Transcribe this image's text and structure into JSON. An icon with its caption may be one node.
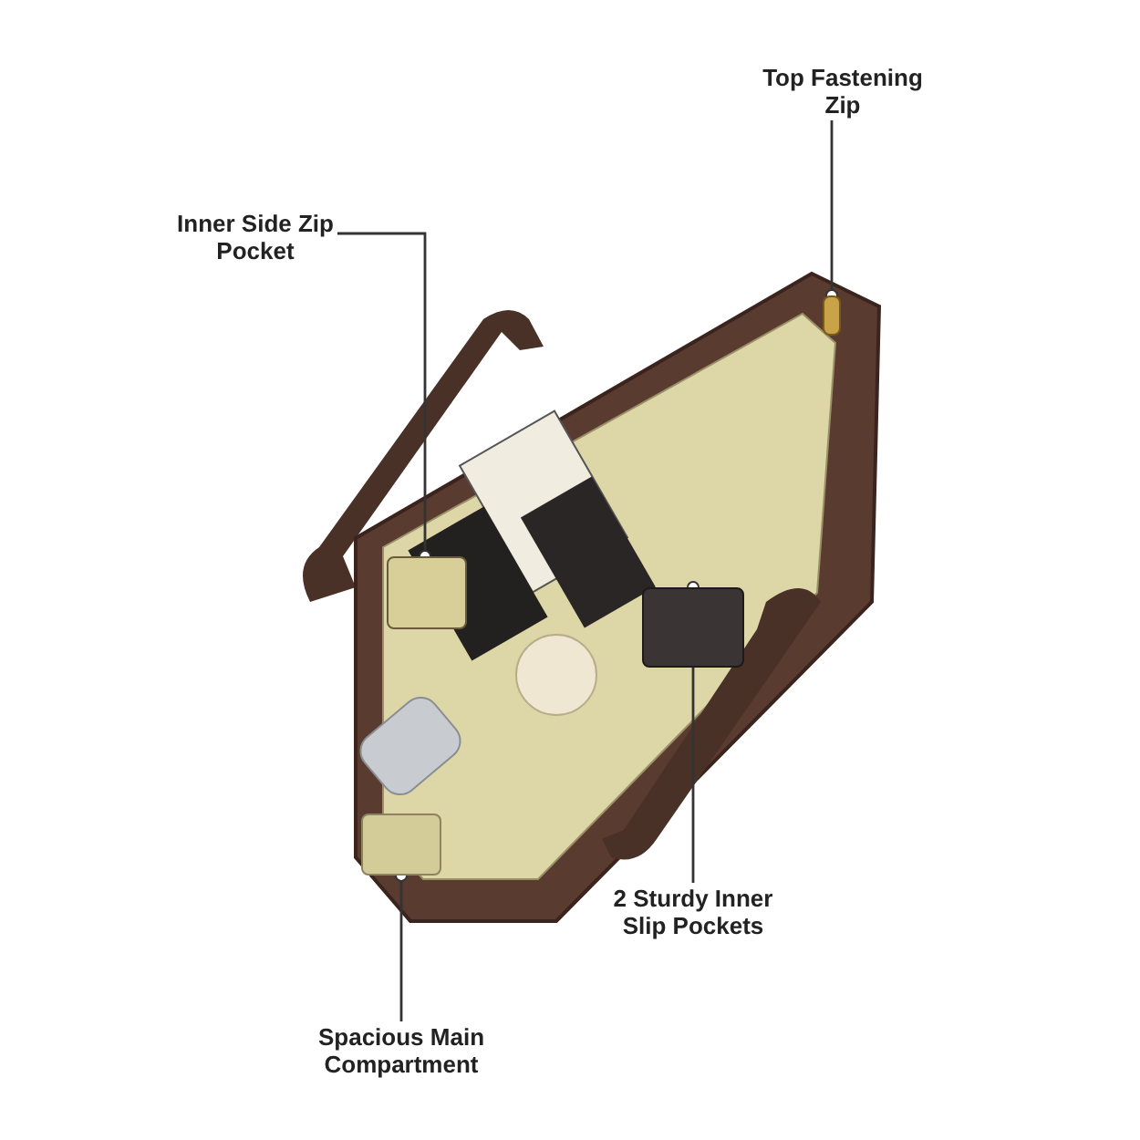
{
  "diagram": {
    "nodes": [
      {
        "text": [
          "Top Fastening Zip"
        ]
      },
      {
        "text": [
          "Inner Side Zip Pocket"
        ]
      },
      {
        "text": [
          "2 Sturdy Inner Slip Pockets"
        ]
      },
      {
        "text": [
          "Spacious Main Compartment"
        ]
      },
      {
        "text": [],
        "shape": "box"
      },
      {
        "text": [],
        "shape": "box"
      },
      {
        "text": [],
        "shape": "box"
      },
      {
        "text": [],
        "shape": "box"
      }
    ],
    "edges": [
      {
        "from": 0,
        "to": 4,
        "arrow": "other"
      },
      {
        "from": 1,
        "to": 5,
        "arrow": "other"
      },
      {
        "from": 2,
        "to": 6,
        "arrow": "other"
      },
      {
        "from": 3,
        "to": 7,
        "arrow": "other"
      }
    ]
  }
}
